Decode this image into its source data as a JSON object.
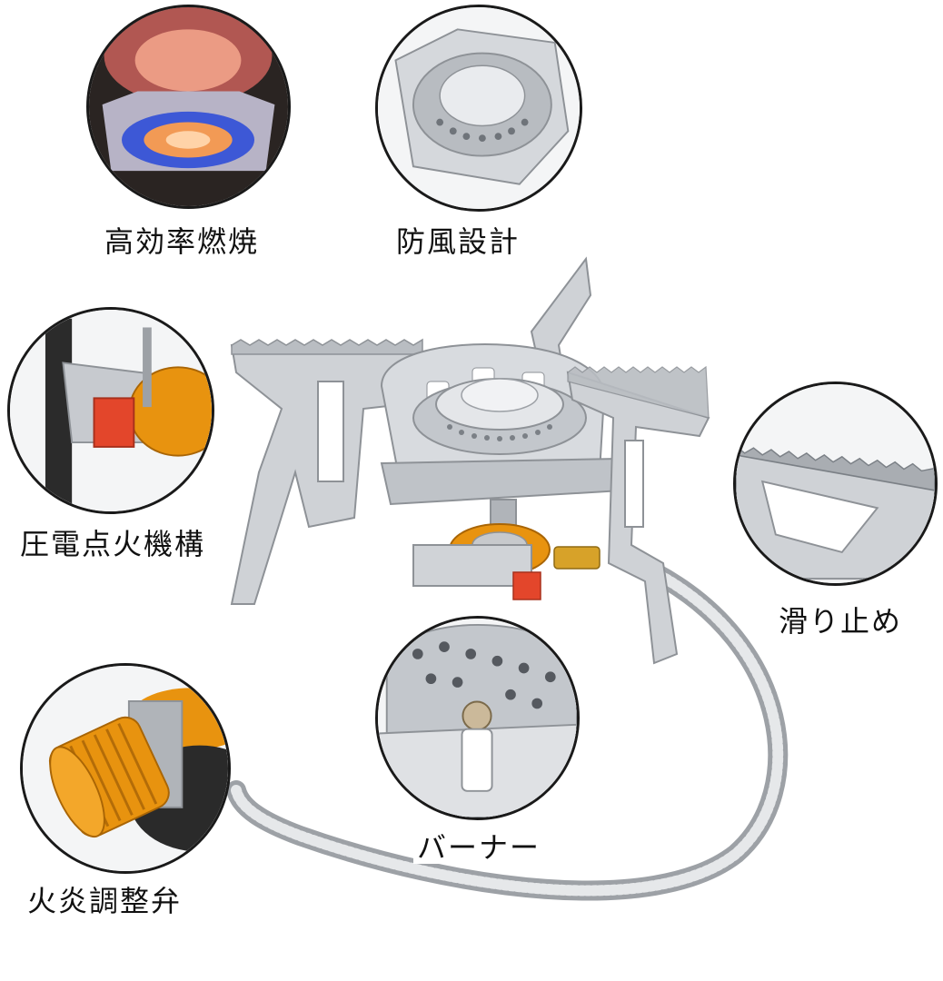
{
  "features": {
    "combustion": {
      "label": "高効率燃焼"
    },
    "windproof": {
      "label": "防風設計"
    },
    "ignition": {
      "label": "圧電点火機構"
    },
    "antislip": {
      "label": "滑り止め"
    },
    "valve": {
      "label": "火炎調整弁"
    },
    "burner": {
      "label": "バーナー"
    }
  },
  "colors": {
    "steel": "#c9ccd0",
    "steel_dark": "#8e9297",
    "brass_orange": "#e8930f",
    "igniter_red": "#e3462b",
    "flame_blue": "#4d6fe0",
    "flame_orange": "#f29a55"
  }
}
